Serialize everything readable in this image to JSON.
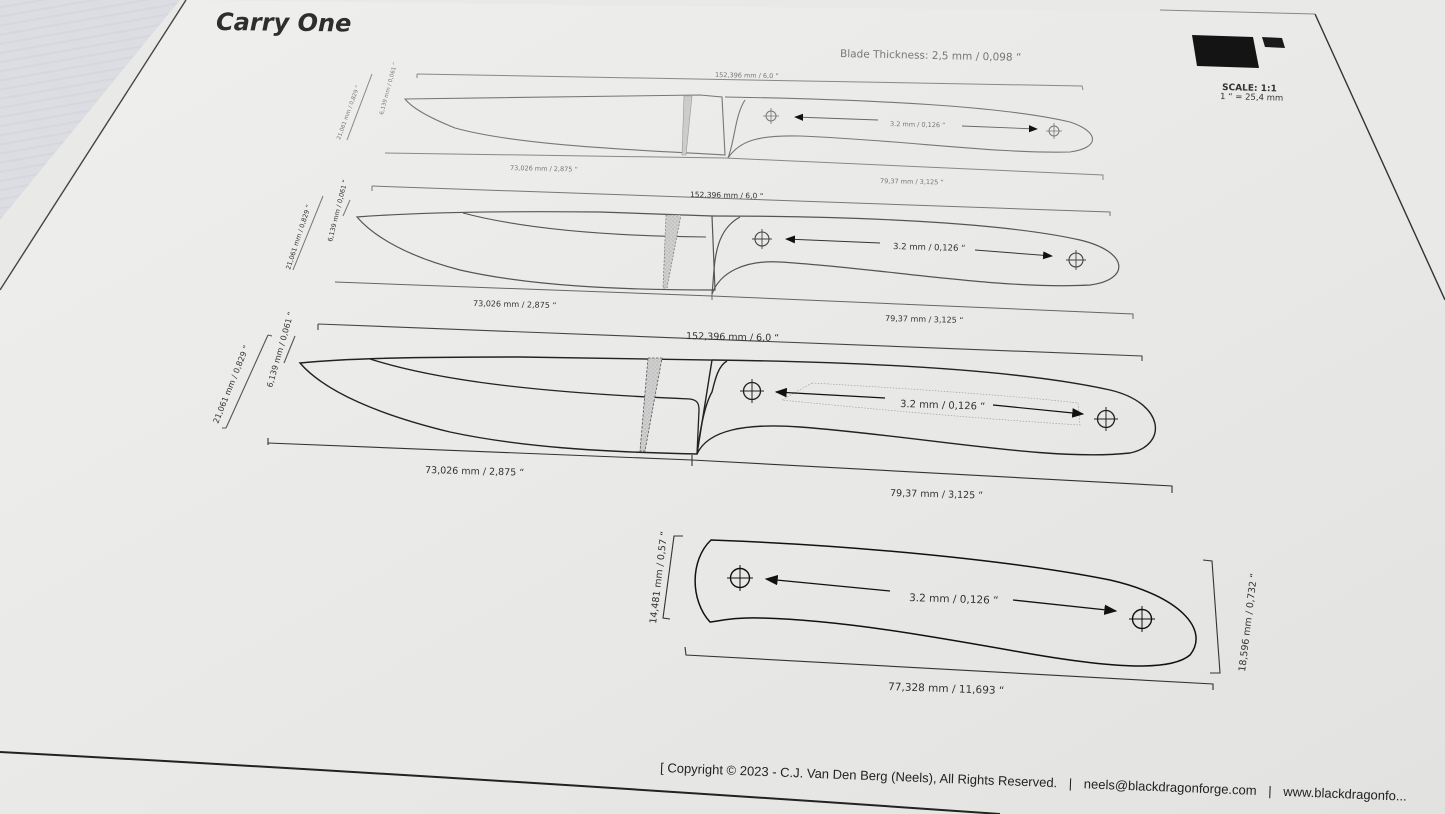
{
  "document": {
    "title": "Carry One",
    "blade_thickness": "Blade Thickness: 2,5 mm / 0,098 “",
    "scale": {
      "label": "SCALE: 1:1",
      "conversion": "1 “ = 25,4 mm"
    },
    "footer": {
      "copyright": "[ Copyright © 2023 - C.J. Van Den Berg (Neels), All Rights Reserved.",
      "separator": "|",
      "email": "neels@blackdragonforge.com",
      "website": "www.blackdragonfo..."
    }
  },
  "templates": [
    {
      "name": "knife-template-small",
      "overall_length": "152,396 mm / 6,0 “",
      "blade_length": "73,026 mm / 2,875 “",
      "handle_length": "79,37 mm / 3,125 “",
      "blade_height": "21,061 mm / 0,829 “",
      "spine_drop": "6,139 mm / 0,061 “",
      "pin_spacing": "3.2 mm / 0,126 “"
    },
    {
      "name": "knife-template-medium",
      "overall_length": "152,396 mm / 6,0 “",
      "blade_length": "73,026 mm / 2,875 “",
      "handle_length": "79,37 mm / 3,125 “",
      "blade_height": "21,061 mm / 0,829 “",
      "spine_drop": "6,139 mm / 0,061 “",
      "pin_spacing": "3.2 mm / 0,126 “"
    },
    {
      "name": "knife-template-large",
      "overall_length": "152,396 mm / 6,0 “",
      "blade_length": "73,026 mm / 2,875 “",
      "handle_length": "79,37 mm / 3,125 “",
      "blade_height": "21,061 mm / 0,829 “",
      "spine_drop": "6,139 mm / 0,061 “",
      "pin_spacing": "3.2 mm / 0,126 “"
    }
  ],
  "handle_scale": {
    "front_height": "14,481 mm / 0,57 “",
    "rear_height": "18,596 mm / 0,732 “",
    "length": "77,328 mm / 11,693 “",
    "pin_spacing": "3.2 mm / 0,126 “"
  },
  "colors": {
    "paper": "#ececea",
    "ink": "#2a2a2a",
    "background": "#d9dadf",
    "grind_fill": "#c8c8c8"
  }
}
